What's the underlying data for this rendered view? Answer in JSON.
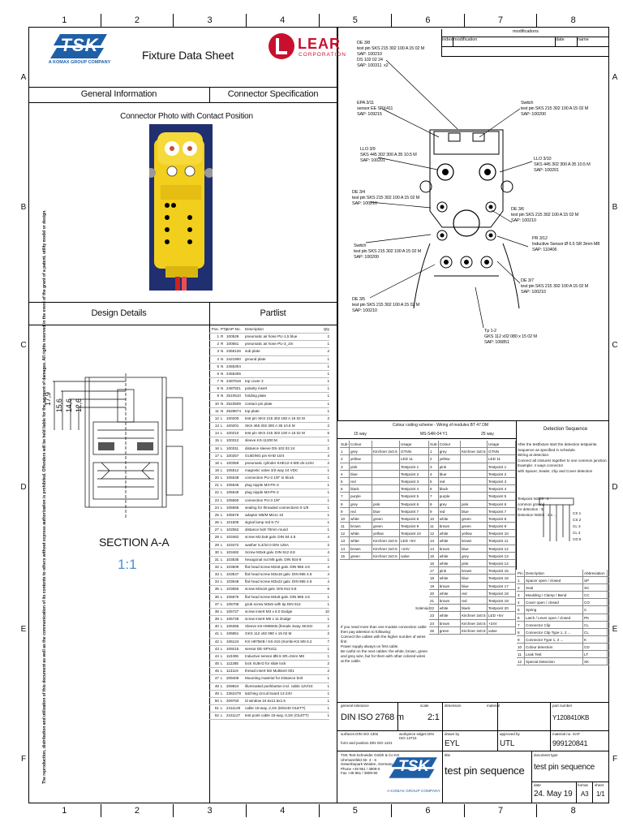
{
  "zones": {
    "columns": [
      "1",
      "2",
      "3",
      "4",
      "5",
      "6",
      "7",
      "8"
    ],
    "rows": [
      "A",
      "B",
      "C",
      "D",
      "E",
      "F"
    ]
  },
  "side_notice": "The reproduction, distribution and utilization of this document as well as the communication of its contents to others without express authorization is prohibited. Offenders will be held liable for the payment of damages. All rights reserved in the event of the grant of a patent, utility model or design.",
  "header": {
    "tsk_logo_text": "TSK",
    "tsk_tagline": "A KOMAX GROUP COMPANY",
    "doc_title": "Fixture Data Sheet",
    "lear_logo": "LEAR",
    "lear_sub": "CORPORATION",
    "general_info": "General Information",
    "connector_spec": "Connector Specification",
    "connector_photo": "Connector Photo with Contact Position"
  },
  "modifications": {
    "title": "modifications",
    "cols": [
      "index",
      "modification",
      "date",
      "name"
    ]
  },
  "annotations": [
    {
      "id": "de38",
      "text": "DE 3/8\ntest pin SKS 215 302 100 A 15 02 M\nSAP: 100210\nDS 102 02 24\nSAP: 100311  x2"
    },
    {
      "id": "epa",
      "text": "EPA 3/11\nsensor EE SPX411\nSAP: 109215"
    },
    {
      "id": "switch1",
      "text": "Switch\ntest pin SKS 215 302 100 A 15 02 M\nSAP: 100200"
    },
    {
      "id": "llo39",
      "text": "LLO 3/9\nSKS 445 302 300 A 35 10.5 M\nSAP: 100201"
    },
    {
      "id": "llo310",
      "text": "LLO 3/10\nSKS 445 302 300 A 35 10.5 M\nSAP: 100201"
    },
    {
      "id": "de34",
      "text": "DE 3/4\ntest pin SKS 215 302 100 A 15 02 M\nSAP: 100210"
    },
    {
      "id": "de36",
      "text": "DE 3/6\ntest pin SKS 215 302 100 A 15 02 M\nSAP: 100210"
    },
    {
      "id": "pr312",
      "text": "PR 3/12\nInductive Sensor Ø 6.5 SR 3mm M8\nSAP: 110406"
    },
    {
      "id": "switch2",
      "text": "Switch\ntest pin SKS 215 302 100 A 15 02 M\nSAP: 100200"
    },
    {
      "id": "de37",
      "text": "DE 3/7\ntest pin SKS 215 302 100 A 15 02 M\nSAP: 100210"
    },
    {
      "id": "de35",
      "text": "DE 3/5\ntest pin SKS 215 302 100 A 15 02 M\nSAP: 100210"
    },
    {
      "id": "tp",
      "text": "Tp 1-2\nGKS 112 x02 080 x 15 02 M\nSAP: 106851"
    }
  ],
  "design": {
    "title": "Design Details",
    "partlist_title": "Partlist",
    "dims": [
      "17,9",
      "15,6",
      "14,6",
      "12,6"
    ],
    "section": "SECTION A-A",
    "scale": "1:1"
  },
  "partlist": {
    "header": [
      "Pos.",
      "PTp",
      "SAP-No.",
      "Description",
      "Qty"
    ],
    "rows": [
      [
        "1",
        "R",
        "100529",
        "pneumatic air hose PU-1,5 blue",
        "2"
      ],
      [
        "2",
        "R",
        "100551",
        "pneumatic air hose PU-3_2m",
        "1"
      ],
      [
        "3",
        "N",
        "2355126",
        "sub plate",
        "2"
      ],
      [
        "4",
        "N",
        "2421900",
        "ground plate",
        "1"
      ],
      [
        "5",
        "N",
        "2455304",
        "",
        "1"
      ],
      [
        "6",
        "N",
        "2455306",
        "",
        "1"
      ],
      [
        "7",
        "N",
        "2487818",
        "top cover 2",
        "1"
      ],
      [
        "8",
        "N",
        "2487821",
        "polarity insert",
        "1"
      ],
      [
        "9",
        "N",
        "2510510",
        "holding plate",
        "1"
      ],
      [
        "10",
        "N",
        "2523509",
        "contact pin plate",
        "1"
      ],
      [
        "11",
        "N",
        "2528674",
        "top plate",
        "1"
      ],
      [
        "12",
        "L",
        "100200",
        "test pin SKS 215 302 180 A 15 02 M",
        "2"
      ],
      [
        "13",
        "L",
        "100201",
        "SKS 465 302 300 A 35 10.5 M",
        "2"
      ],
      [
        "14",
        "L",
        "100210",
        "test pin SKS 215 302 100 A 15 02 M",
        "5"
      ],
      [
        "15",
        "L",
        "100312",
        "sleeve KS-11200 M",
        "1"
      ],
      [
        "16",
        "L",
        "100311",
        "distance sleeve DS-102 02 24",
        "2"
      ],
      [
        "17",
        "L",
        "100257",
        "GUIDING pin KHD 10/4",
        "4"
      ],
      [
        "18",
        "L",
        "100359",
        "pneumatic cylinder KHE12-4-MD ds-12mr",
        "2"
      ],
      [
        "19",
        "L",
        "105512",
        "magnetic valve 3/2-way 24 VDC",
        "1"
      ],
      [
        "20",
        "L",
        "105539",
        "connection PU-3 1/8\" to block",
        "1"
      ],
      [
        "21",
        "L",
        "105546",
        "plug nipple M3-PK-3",
        "1"
      ],
      [
        "22",
        "L",
        "105549",
        "plug nipple M3-PK-2",
        "1"
      ],
      [
        "23",
        "L",
        "105560",
        "connection PU-3 1/8\"",
        "1"
      ],
      [
        "24",
        "L",
        "105565",
        "sealing for threaded connections 0-1/8",
        "1"
      ],
      [
        "25",
        "L",
        "105576",
        "adapter M5/M Micro 10",
        "1"
      ],
      [
        "26",
        "L",
        "101506",
        "signal lamp red 5-7V",
        "1"
      ],
      [
        "27",
        "L",
        "102552",
        "distance bolt 70mm round",
        "1"
      ],
      [
        "28",
        "L",
        "103462",
        "screw M2,5x8 galv. DIN 84 4.8",
        "4"
      ],
      [
        "29",
        "L",
        "103472",
        "washer 5.3/10.0 DIN 125A",
        "2"
      ],
      [
        "30",
        "L",
        "103482",
        "Screw M3x6 galv. DIN 912 8.8",
        "4"
      ],
      [
        "31",
        "L",
        "103535",
        "hexagonal nut M5 galv. DIN 934-8",
        "1"
      ],
      [
        "32",
        "L",
        "103509",
        "flat head screw M2x6 galv. DIN 965 4.8",
        "4"
      ],
      [
        "33",
        "L",
        "103547",
        "flat head screw M3x16 galv. DIN 965 4.8",
        "4"
      ],
      [
        "34",
        "L",
        "103548",
        "flat head screw M3x22 galv. DIN 965 4.8",
        "4"
      ],
      [
        "35",
        "L",
        "103655",
        "screw M3x16 galv. DIN 912 8.8",
        "6"
      ],
      [
        "36",
        "L",
        "106875",
        "flat head screw M4x8 galv. DIN 965 4.8",
        "1"
      ],
      [
        "37",
        "L",
        "105705",
        "grub screw M3x5 with tip DIN 914",
        "1"
      ],
      [
        "38",
        "L",
        "105727",
        "screw insert M3 x 6.0 Dodge",
        "10"
      ],
      [
        "39",
        "L",
        "105728",
        "screw insert M5 x 11 Dodge",
        "1"
      ],
      [
        "40",
        "L",
        "106355",
        "Sleeve KS-H865KB (female 2way SKS4t",
        "2"
      ],
      [
        "41",
        "L",
        "106851",
        "GKS 112 x02 080 x 15 02 M",
        "2"
      ],
      [
        "42",
        "L",
        "106124",
        "KS H875KB / KS-215 (Kombi-KS M8 6.2",
        "7"
      ],
      [
        "43",
        "L",
        "109215",
        "sensor EE-SPX411",
        "1"
      ],
      [
        "44",
        "L",
        "110406",
        "Inductive sensor Ø6.5 SR=3mm M8",
        "1"
      ],
      [
        "45",
        "L",
        "112285",
        "lock SUB-D for slide lock",
        "2"
      ],
      [
        "46",
        "L",
        "113119",
        "thread insert M2 Multisert 001",
        "2"
      ],
      [
        "47",
        "L",
        "209406",
        "Mounting material for Distance bolt",
        "1"
      ],
      [
        "48",
        "L",
        "209824",
        "illuminated pushbutton incl. cable 12V/24",
        "1"
      ],
      [
        "49",
        "L",
        "2362478",
        "latching circuit board 12-24V",
        "1"
      ],
      [
        "50",
        "L",
        "209783",
        "id window 24.5x11.5x1.5",
        "1"
      ],
      [
        "51",
        "L",
        "2411125",
        "cable 15-way, 2,4m (MS240 OLETT)",
        "1"
      ],
      [
        "52",
        "L",
        "2411127",
        "test point cable 15-way, 0,3m (OLETT)",
        "1"
      ]
    ]
  },
  "wiring": {
    "title": "Colour coding scheme - Wiring of modules BT 47 DM",
    "subtitle": "MS-S4R-04 Y1",
    "left_label": "15 way",
    "right_label": "25 way",
    "cols": [
      "Sub-D",
      "Colour",
      "",
      "Usage"
    ],
    "left_rows": [
      [
        "1",
        "grey",
        "Kirchner 2x0.5",
        "GTNN"
      ],
      [
        "2",
        "yellow",
        "",
        "LED 11"
      ],
      [
        "3",
        "pink",
        "",
        "Testpoint 1"
      ],
      [
        "4",
        "blue",
        "",
        "Testpoint 2"
      ],
      [
        "5",
        "red",
        "",
        "Testpoint 3"
      ],
      [
        "6",
        "black",
        "",
        "Testpoint 4"
      ],
      [
        "7",
        "purple",
        "",
        "Testpoint 5"
      ],
      [
        "8",
        "grey",
        "pink",
        "Testpoint 6"
      ],
      [
        "9",
        "red",
        "blue",
        "Testpoint 7"
      ],
      [
        "10",
        "white",
        "green",
        "Testpoint 8"
      ],
      [
        "11",
        "brown",
        "green",
        "Testpoint 9"
      ],
      [
        "12",
        "white",
        "yellow",
        "Testpoint 10"
      ],
      [
        "13",
        "white",
        "Kirchner 2x0.5",
        "LED +5V"
      ],
      [
        "14",
        "brown",
        "Kirchner 2x0.5",
        "+24V"
      ],
      [
        "15",
        "green",
        "Kirchner 2x0.5",
        "valve"
      ]
    ],
    "right_rows": [
      [
        "1",
        "grey",
        "Kirchner 2x0.5",
        "GTNN"
      ],
      [
        "2",
        "yellow",
        "",
        "LED 11"
      ],
      [
        "3",
        "pink",
        "",
        "Testpoint 1"
      ],
      [
        "4",
        "blue",
        "",
        "Testpoint 2"
      ],
      [
        "5",
        "red",
        "",
        "Testpoint 3"
      ],
      [
        "6",
        "black",
        "",
        "Testpoint 4"
      ],
      [
        "7",
        "purple",
        "",
        "Testpoint 5"
      ],
      [
        "8",
        "grey",
        "pink",
        "Testpoint 6"
      ],
      [
        "9",
        "red",
        "blue",
        "Testpoint 7"
      ],
      [
        "10",
        "white",
        "green",
        "Testpoint 8"
      ],
      [
        "11",
        "brown",
        "green",
        "Testpoint 9"
      ],
      [
        "12",
        "white",
        "yellow",
        "Testpoint 10"
      ],
      [
        "13",
        "white",
        "brown",
        "Testpoint 11"
      ],
      [
        "14",
        "brown",
        "blue",
        "Testpoint 12"
      ],
      [
        "15",
        "white",
        "grey",
        "Testpoint 13"
      ],
      [
        "16",
        "white",
        "pink",
        "Testpoint 14"
      ],
      [
        "17",
        "pink",
        "brown",
        "Testpoint 15"
      ],
      [
        "18",
        "white",
        "blue",
        "Testpoint 16"
      ],
      [
        "19",
        "brown",
        "blue",
        "Testpoint 17"
      ],
      [
        "20",
        "white",
        "red",
        "Testpoint 18"
      ],
      [
        "21",
        "brown",
        "red",
        "Testpoint 19"
      ],
      [
        "22",
        "white",
        "black",
        "Testpoint 20"
      ],
      [
        "23",
        "white",
        "Kirchner 2x0.5",
        "LED +5V"
      ],
      [
        "24",
        "brown",
        "Kirchner 2x0.5",
        "+24V"
      ],
      [
        "25",
        "green",
        "Kirchner 2x0.5",
        "valve"
      ]
    ],
    "note": "If you need more than one module connection cable then pay attention to following:\nConnect the cables with the higher number of wires first\nPower supply always on first cable.\nBe carful on the next cables: the white, brown, green and grey wire, but for them with other colored wires at the cable.",
    "solenoid": "Solenoid"
  },
  "detection": {
    "title": "Detection Sequence",
    "text": "After the testfixture start the detection testpoints.\nSequence as specified in schedule.\nWiring at detection.\nConnect all closures together to one common junction.\nExample: 4 ways connector\nwith Spacer, Sealer, Clip and Cover detection",
    "formula": "Testpoint NSES : 4\ncommon ground\nfor detection : 5\nDetection NSES : 2 x ...",
    "pins": [
      "CS 1",
      "CS 2",
      "CL 3",
      "CL 4",
      "CD 5"
    ]
  },
  "legend": {
    "cols": [
      "Pin",
      "Description",
      "Abbreviation"
    ],
    "rows": [
      [
        "1",
        "Spacer open / closed",
        "SP"
      ],
      [
        "2",
        "Seal",
        "SC"
      ],
      [
        "3",
        "Moulding / Clamp / Bend",
        "CC"
      ],
      [
        "4",
        "Cover open / closed",
        "CO"
      ],
      [
        "5",
        "Spring",
        "C"
      ],
      [
        "6",
        "Latch / Lever open / closed",
        "PK"
      ],
      [
        "7",
        "Connector Clip",
        "CL"
      ],
      [
        "8",
        "Connector Clip Type 1, 2 ...",
        "CL"
      ],
      [
        "9",
        "Connector Type 1, 2 ...",
        "K"
      ],
      [
        "10",
        "Colour detection",
        "CD"
      ],
      [
        "11",
        "Leak Test",
        "LT"
      ],
      [
        "12",
        "Special Detection",
        "SK"
      ]
    ]
  },
  "titleblock": {
    "general_tolerance_label": "general tolerance",
    "general_tolerance": "DIN ISO 2768 m",
    "scale_label": "scale",
    "scale": "2:1",
    "dimension_label": "dimension",
    "material_label": "material",
    "part_no_label": "part number",
    "part_no": "Y1208410KB",
    "surface_label": "surfaces DIN ISO 1302",
    "workpiece_label": "workpiece edges DIN ISO 13715",
    "drawn_label": "drawn by",
    "drawn": "EYL",
    "approved_label": "approved by",
    "approved": "UTL",
    "material_no_label": "material no. SAP",
    "material_no": "999120841",
    "form_label": "form and position DIN ISO 1101",
    "company_text": "TSK Test-Schneider Gmbh & Co KG\nUhrmannfeld Str. 4 - 6\nGewerbepark Weiden, Germany\nPhone +49 961 / 3809-0\nFax +49 961 / 3809-90",
    "title_label": "title",
    "title": "test pin sequence",
    "doc_title_label": "document type",
    "doc_title": "test pin sequence",
    "date_label": "date",
    "date": "24. May 19",
    "format_label": "format",
    "format": "A3",
    "sheet_label": "sheet",
    "sheet": "1/1"
  },
  "colors": {
    "tsk_blue": "#1f5fa8",
    "lear_red": "#c8102e",
    "connector_yellow": "#f2cf1d",
    "photo_bg": "#1a2a6a"
  }
}
